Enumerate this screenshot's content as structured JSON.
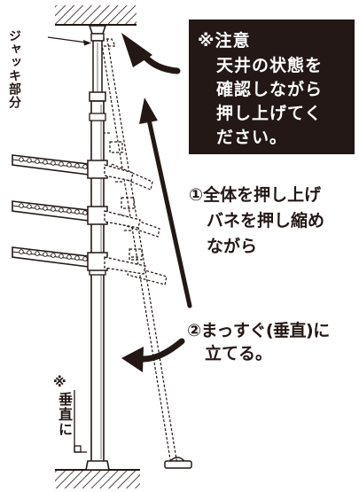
{
  "jack_label": "ジャッキ部分",
  "caution": {
    "title": "※注意",
    "lines": [
      "天井の状態を",
      "確認しながら",
      "押し上げてく",
      "ださい。"
    ]
  },
  "step1": {
    "lines": [
      "①全体を押し上げ",
      "バネを押し縮め",
      "ながら"
    ]
  },
  "step2": {
    "lines": [
      "②まっすぐ(垂直)に",
      "立てる。"
    ]
  },
  "vertical_note": {
    "mark": "※",
    "text": "垂直に"
  }
}
